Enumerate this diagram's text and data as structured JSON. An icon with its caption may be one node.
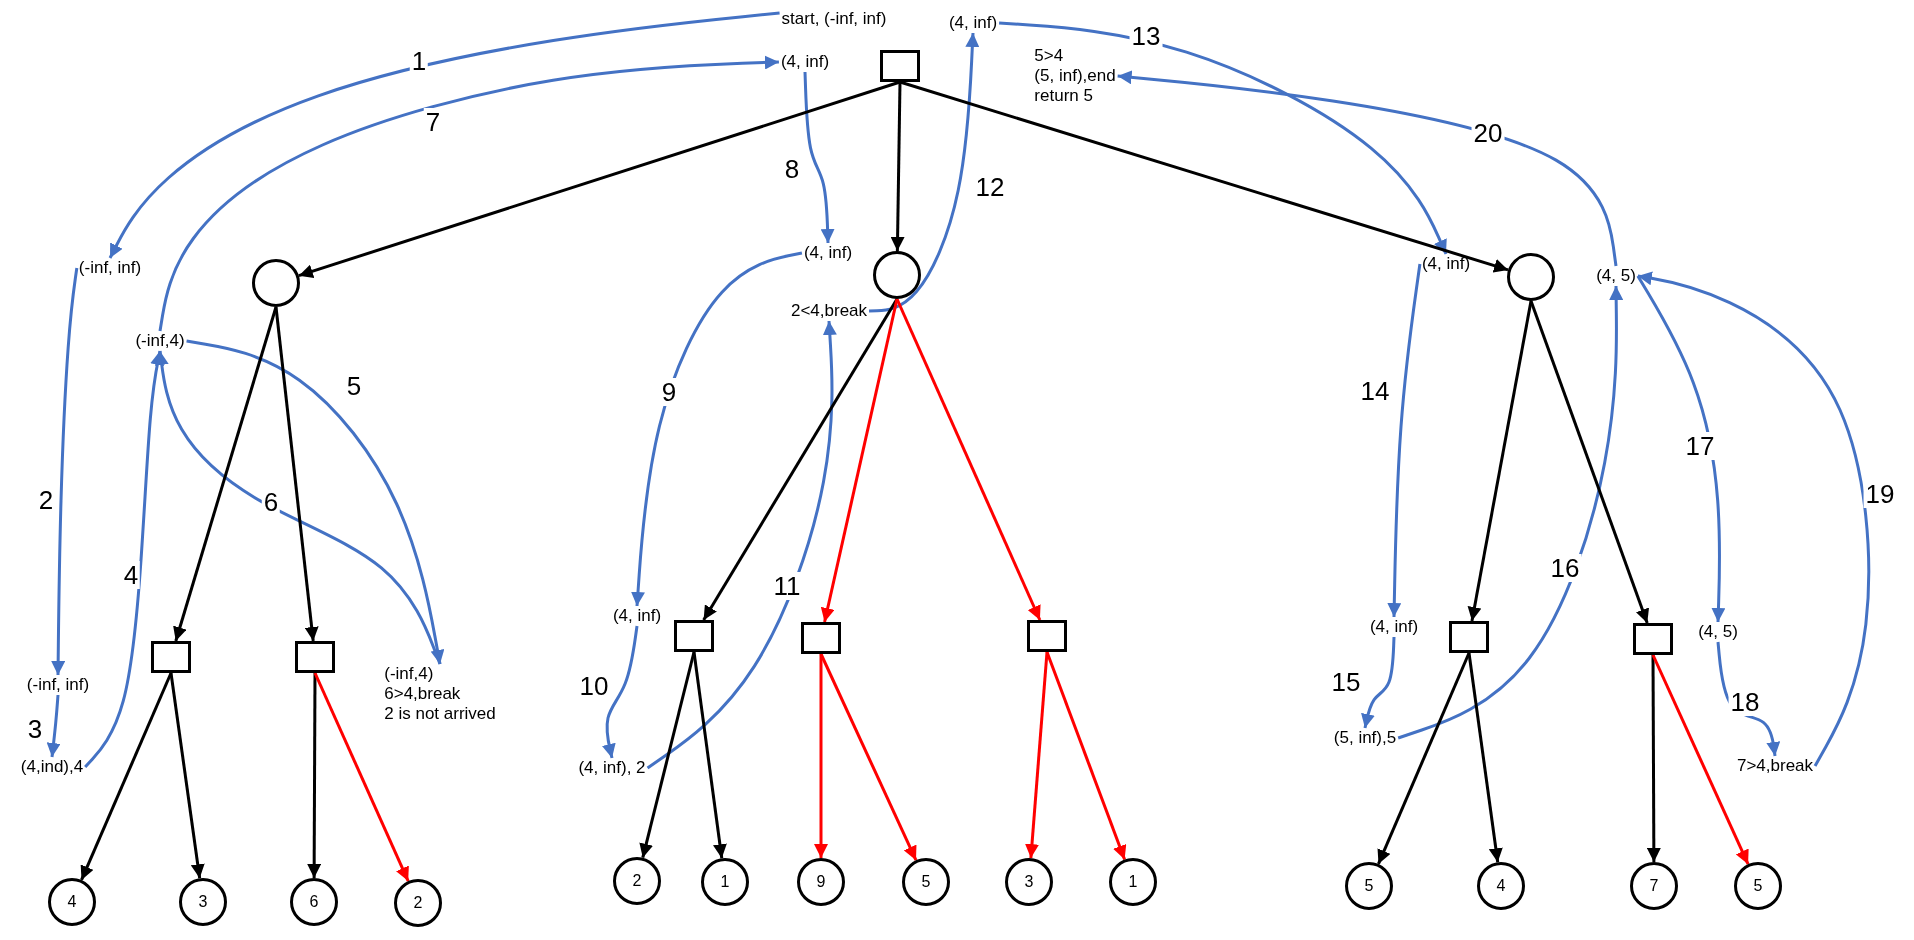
{
  "diagram": {
    "nodes": [
      {
        "text": [
          "start, (-inf, inf)"
        ]
      },
      {
        "text": [
          "(4, inf)"
        ]
      },
      {
        "text": [
          "(4, inf)"
        ]
      },
      {
        "text": [],
        "shape": "box"
      },
      {
        "text": [
          "5>4",
          "(5, inf),end",
          "return 5"
        ]
      },
      {
        "text": [
          "(-inf, inf)"
        ]
      },
      {
        "text": [],
        "shape": "circle"
      },
      {
        "text": [
          "(4, inf)"
        ]
      },
      {
        "text": [],
        "shape": "circle"
      },
      {
        "text": [
          "2<4,break"
        ]
      },
      {
        "text": [
          "(4, inf)"
        ]
      },
      {
        "text": [],
        "shape": "circle"
      },
      {
        "text": [
          "(4, 5)"
        ]
      },
      {
        "text": [
          "(-inf,4)"
        ]
      },
      {
        "text": [
          "(4, inf)"
        ]
      },
      {
        "text": [],
        "shape": "box"
      },
      {
        "text": [],
        "shape": "box"
      },
      {
        "text": [],
        "shape": "box"
      },
      {
        "text": [
          "(4, inf)"
        ]
      },
      {
        "text": [],
        "shape": "box"
      },
      {
        "text": [],
        "shape": "box"
      },
      {
        "text": [
          "(4, 5)"
        ]
      },
      {
        "text": [],
        "shape": "box"
      },
      {
        "text": [],
        "shape": "box"
      },
      {
        "text": [
          "(-inf,4)",
          "6>4,break",
          "2 is not arrived"
        ]
      },
      {
        "text": [
          "(-inf, inf)"
        ]
      },
      {
        "text": [
          "(4,ind),4"
        ]
      },
      {
        "text": [
          "(4, inf), 2"
        ]
      },
      {
        "text": [
          "(5, inf),5"
        ]
      },
      {
        "text": [
          "7>4,break"
        ]
      },
      {
        "text": [
          "4"
        ]
      },
      {
        "text": [
          "3"
        ]
      },
      {
        "text": [
          "6"
        ]
      },
      {
        "text": [
          "2"
        ]
      },
      {
        "text": [
          "2"
        ]
      },
      {
        "text": [
          "1"
        ]
      },
      {
        "text": [
          "9"
        ]
      },
      {
        "text": [
          "5"
        ]
      },
      {
        "text": [
          "3"
        ]
      },
      {
        "text": [
          "1"
        ]
      },
      {
        "text": [
          "5"
        ]
      },
      {
        "text": [
          "4"
        ]
      },
      {
        "text": [
          "7"
        ]
      },
      {
        "text": [
          "5"
        ]
      }
    ],
    "edges": [
      {
        "from": 0,
        "to": 5,
        "arrow": "to",
        "label": "1"
      },
      {
        "from": 5,
        "to": 25,
        "arrow": "to",
        "label": "2"
      },
      {
        "from": 25,
        "to": 26,
        "arrow": "to",
        "label": "3"
      },
      {
        "from": 26,
        "to": 13,
        "arrow": "to",
        "label": "4"
      },
      {
        "from": 13,
        "to": 24,
        "arrow": "to",
        "label": "5"
      },
      {
        "from": 24,
        "to": 13,
        "arrow": "to",
        "label": "6"
      },
      {
        "from": 13,
        "to": 2,
        "arrow": "to",
        "label": "7"
      },
      {
        "from": 2,
        "to": 7,
        "arrow": "to",
        "label": "8"
      },
      {
        "from": 7,
        "to": 14,
        "arrow": "to",
        "label": "9"
      },
      {
        "from": 14,
        "to": 27,
        "arrow": "to",
        "label": "10"
      },
      {
        "from": 27,
        "to": 9,
        "arrow": "to",
        "label": "11"
      },
      {
        "from": 9,
        "to": 1,
        "arrow": "to",
        "label": "12"
      },
      {
        "from": 1,
        "to": 10,
        "arrow": "to",
        "label": "13"
      },
      {
        "from": 10,
        "to": 18,
        "arrow": "to",
        "label": "14"
      },
      {
        "from": 18,
        "to": 28,
        "arrow": "to",
        "label": "15"
      },
      {
        "from": 28,
        "to": 12,
        "arrow": "to",
        "label": "16"
      },
      {
        "from": 12,
        "to": 21,
        "arrow": "to",
        "label": "17"
      },
      {
        "from": 21,
        "to": 29,
        "arrow": "to",
        "label": "18"
      },
      {
        "from": 29,
        "to": 12,
        "arrow": "to",
        "label": "19"
      },
      {
        "from": 12,
        "to": 4,
        "arrow": "to",
        "label": "20"
      },
      {
        "from": 3,
        "to": 6,
        "arrow": "to",
        "color": "#000000"
      },
      {
        "from": 3,
        "to": 8,
        "arrow": "to",
        "color": "#000000"
      },
      {
        "from": 3,
        "to": 11,
        "arrow": "to",
        "color": "#000000"
      },
      {
        "from": 6,
        "to": 22,
        "arrow": "to",
        "color": "#000000"
      },
      {
        "from": 6,
        "to": 23,
        "arrow": "to",
        "color": "#000000"
      },
      {
        "from": 22,
        "to": 30,
        "arrow": "to",
        "color": "#000000"
      },
      {
        "from": 22,
        "to": 31,
        "arrow": "to",
        "color": "#000000"
      },
      {
        "from": 23,
        "to": 32,
        "arrow": "to",
        "color": "#000000"
      },
      {
        "from": 23,
        "to": 33,
        "arrow": "to",
        "color": "#ff0000"
      },
      {
        "from": 8,
        "to": 15,
        "arrow": "to",
        "color": "#000000"
      },
      {
        "from": 8,
        "to": 16,
        "arrow": "to",
        "color": "#ff0000"
      },
      {
        "from": 8,
        "to": 17,
        "arrow": "to",
        "color": "#ff0000"
      },
      {
        "from": 15,
        "to": 34,
        "arrow": "to",
        "color": "#000000"
      },
      {
        "from": 15,
        "to": 35,
        "arrow": "to",
        "color": "#000000"
      },
      {
        "from": 16,
        "to": 36,
        "arrow": "to",
        "color": "#ff0000"
      },
      {
        "from": 16,
        "to": 37,
        "arrow": "to",
        "color": "#ff0000"
      },
      {
        "from": 17,
        "to": 38,
        "arrow": "to",
        "color": "#ff0000"
      },
      {
        "from": 17,
        "to": 39,
        "arrow": "to",
        "color": "#ff0000"
      },
      {
        "from": 11,
        "to": 19,
        "arrow": "to",
        "color": "#000000"
      },
      {
        "from": 11,
        "to": 20,
        "arrow": "to",
        "color": "#000000"
      },
      {
        "from": 19,
        "to": 40,
        "arrow": "to",
        "color": "#000000"
      },
      {
        "from": 19,
        "to": 41,
        "arrow": "to",
        "color": "#000000"
      },
      {
        "from": 20,
        "to": 42,
        "arrow": "to",
        "color": "#000000"
      },
      {
        "from": 20,
        "to": 43,
        "arrow": "to",
        "color": "#ff0000"
      }
    ]
  }
}
